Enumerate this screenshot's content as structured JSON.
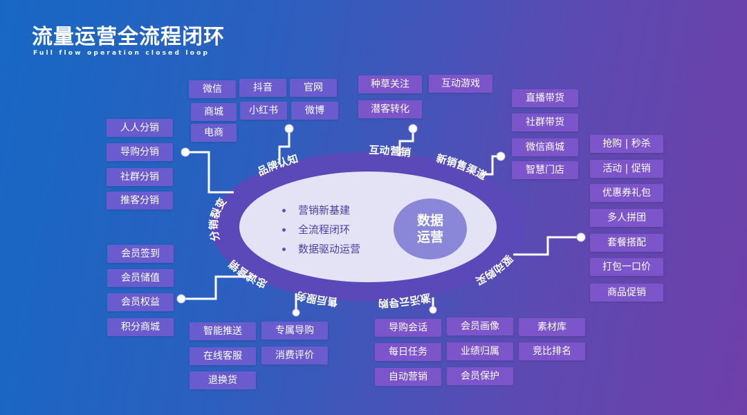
{
  "header": {
    "title": "流量运营全流程闭环",
    "subtitle": "Full flow operation closed loop"
  },
  "ring_labels": [
    "品牌认知",
    "互动营销",
    "新销售渠道",
    "驱动购买",
    "激活云导购",
    "售后服务",
    "忠诚营销",
    "分销裂变"
  ],
  "center": {
    "items": [
      "营销新基建",
      "全流程闭环",
      "数据驱动运营"
    ],
    "hub": [
      "数据",
      "运营"
    ]
  },
  "groups": {
    "brand": [
      "微信",
      "抖音",
      "官网",
      "商城",
      "小红书",
      "微博",
      "电商"
    ],
    "interactive": [
      "种草关注",
      "互动游戏",
      "潜客转化"
    ],
    "new_channels": [
      "直播带货",
      "社群带货",
      "微信商城",
      "智慧门店"
    ],
    "distribution": [
      "人人分销",
      "导购分销",
      "社群分销",
      "推客分销"
    ],
    "purchase": [
      "抢购 | 秒杀",
      "活动 | 促销",
      "优惠券礼包",
      "多人拼团",
      "套餐搭配",
      "打包一口价",
      "商品促销"
    ],
    "loyalty": [
      "会员签到",
      "会员储值",
      "会员权益",
      "积分商城"
    ],
    "after_sales": [
      "智能推送",
      "专属导购",
      "在线客服",
      "消费评价",
      "退换货"
    ],
    "cloud_guide": [
      "导购会话",
      "会员画像",
      "素材库",
      "每日任务",
      "业绩归属",
      "竞比排名",
      "自动营销",
      "会员保护"
    ]
  },
  "colors": {
    "bg_start": "#1768c4",
    "bg_end": "#6f3fa8",
    "tag": "#6a5ccf",
    "ring": "#5b49b9",
    "inner": "#e4e3f6",
    "hub": "#8a86d8"
  }
}
